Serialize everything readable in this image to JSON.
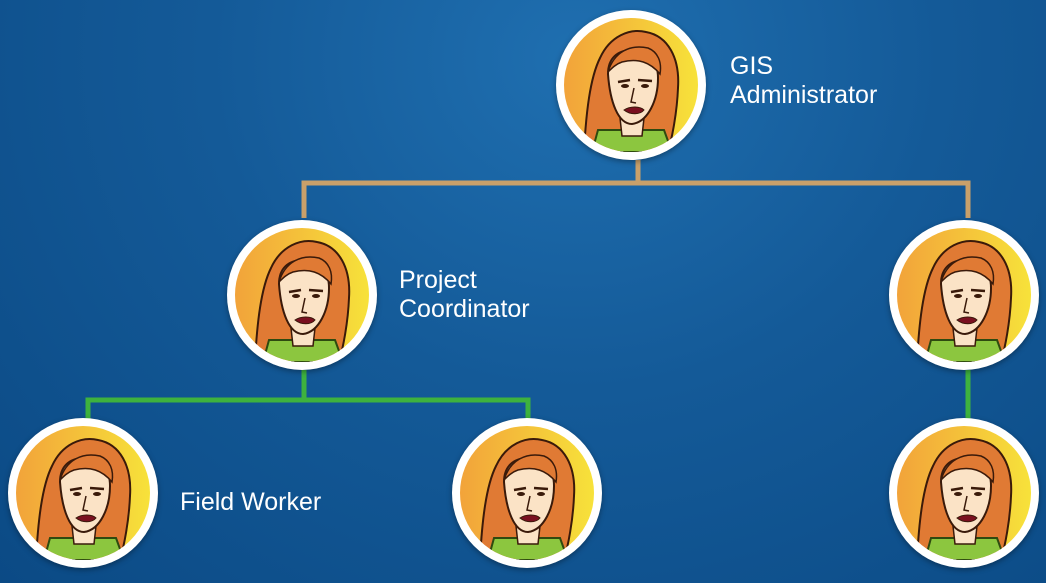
{
  "colors": {
    "background": "#145a98",
    "node_border": "#ffffff",
    "link_level_1": "#c9a06a",
    "link_level_2": "#3eb23e",
    "avatar_bg_left": "#f2a33a",
    "avatar_bg_right": "#f7e23a",
    "hair": "#e07a34",
    "skin": "#fbe3c6",
    "shirt": "#8cc63f",
    "lips": "#7a1020"
  },
  "nodes": [
    {
      "id": "gis-administrator",
      "label": "GIS\nAdministrator",
      "level": 0
    },
    {
      "id": "project-coordinator",
      "label": "Project\nCoordinator",
      "level": 1
    },
    {
      "id": "unlabeled-right-1",
      "label": "",
      "level": 1
    },
    {
      "id": "field-worker",
      "label": "Field Worker",
      "level": 2
    },
    {
      "id": "unlabeled-middle-2",
      "label": "",
      "level": 2
    },
    {
      "id": "unlabeled-right-2",
      "label": "",
      "level": 2
    }
  ],
  "links": [
    {
      "from": "gis-administrator",
      "to": "project-coordinator",
      "color_key": "link_level_1"
    },
    {
      "from": "gis-administrator",
      "to": "unlabeled-right-1",
      "color_key": "link_level_1"
    },
    {
      "from": "project-coordinator",
      "to": "field-worker",
      "color_key": "link_level_2"
    },
    {
      "from": "project-coordinator",
      "to": "unlabeled-middle-2",
      "color_key": "link_level_2"
    },
    {
      "from": "unlabeled-right-1",
      "to": "unlabeled-right-2",
      "color_key": "link_level_2"
    }
  ],
  "avatar_icon": "woman-portrait-icon"
}
